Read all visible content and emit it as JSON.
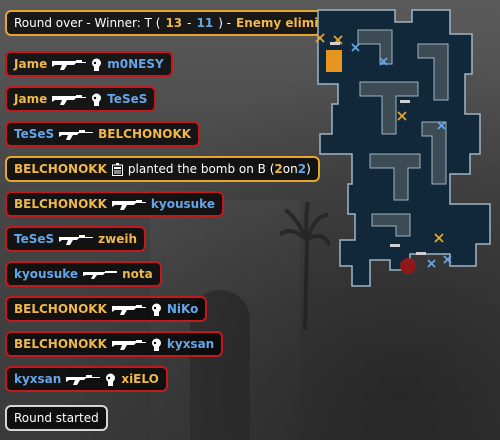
{
  "feed": {
    "round_over": {
      "prefix": "Round over - Winner: T (",
      "score_t": "13",
      "dash": " - ",
      "score_ct": "11",
      "suffix": ") - ",
      "reason": "Enemy eliminated"
    },
    "kills": [
      {
        "killer": "Jame",
        "victim": "m0NESY",
        "headshot": true
      },
      {
        "killer": "Jame",
        "victim": "TeSeS",
        "headshot": true
      },
      {
        "killer": "TeSeS",
        "victim": "BELCHONOKK",
        "headshot": false
      },
      {
        "killer": "BELCHONOKK",
        "victim": "kyousuke",
        "headshot": false
      },
      {
        "killer": "TeSeS",
        "victim": "zweih",
        "headshot": false
      },
      {
        "killer": "kyousuke",
        "victim": "nota",
        "headshot": false
      },
      {
        "killer": "BELCHONOKK",
        "victim": "NiKo",
        "headshot": true
      },
      {
        "killer": "BELCHONOKK",
        "victim": "kyxsan",
        "headshot": true
      },
      {
        "killer": "kyxsan",
        "victim": "xiELO",
        "headshot": true
      }
    ],
    "bomb": {
      "player": "BELCHONOKK",
      "text": "planted the bomb on B (",
      "two_a": "2",
      "on": "on",
      "two_b": "2",
      "close": ")"
    },
    "round_started": "Round started"
  },
  "colors": {
    "t": "#f0b84a",
    "ct": "#64a6e8",
    "kill_border": "#c5181d",
    "info_border": "#e6a62a",
    "plain_border": "#d6d6d6"
  },
  "icons": {
    "weapon": "rifle-icon",
    "headshot": "headshot-icon",
    "bomb": "c4-bomb-icon"
  }
}
